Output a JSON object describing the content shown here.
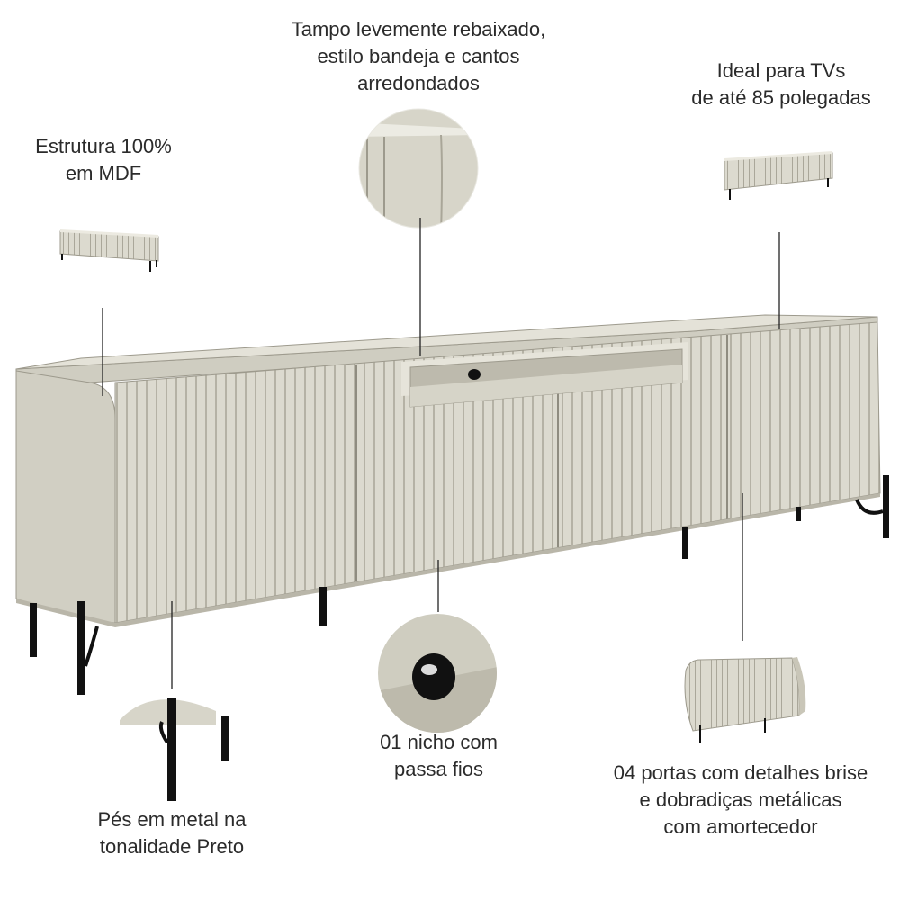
{
  "colors": {
    "body": "#d9d7cb",
    "shade": "#c9c6b8",
    "groove": "#a9a698",
    "legs": "#111111",
    "text": "#2b2b2b"
  },
  "callouts": {
    "top": {
      "lines": [
        "Tampo levemente rebaixado,",
        "estilo bandeja e cantos",
        "arredondados"
      ]
    },
    "structure": {
      "lines": [
        "Estrutura 100%",
        "em MDF"
      ]
    },
    "tv": {
      "lines": [
        "Ideal para TVs",
        "de até 85 polegadas"
      ]
    },
    "niche": {
      "lines": [
        "01 nicho com",
        "passa fios"
      ]
    },
    "legs": {
      "lines": [
        "Pés em metal na",
        "tonalidade Preto"
      ]
    },
    "doors": {
      "lines": [
        "04 portas com detalhes brise",
        "e dobradiças metálicas",
        "com amortecedor"
      ]
    }
  },
  "icons": {
    "product": "tv-rack-illustration",
    "detail_top": "tray-top-detail-icon",
    "detail_niche": "cable-hole-detail-icon",
    "detail_legs": "metal-leg-detail-icon",
    "detail_doors": "ribbed-door-detail-icon"
  }
}
